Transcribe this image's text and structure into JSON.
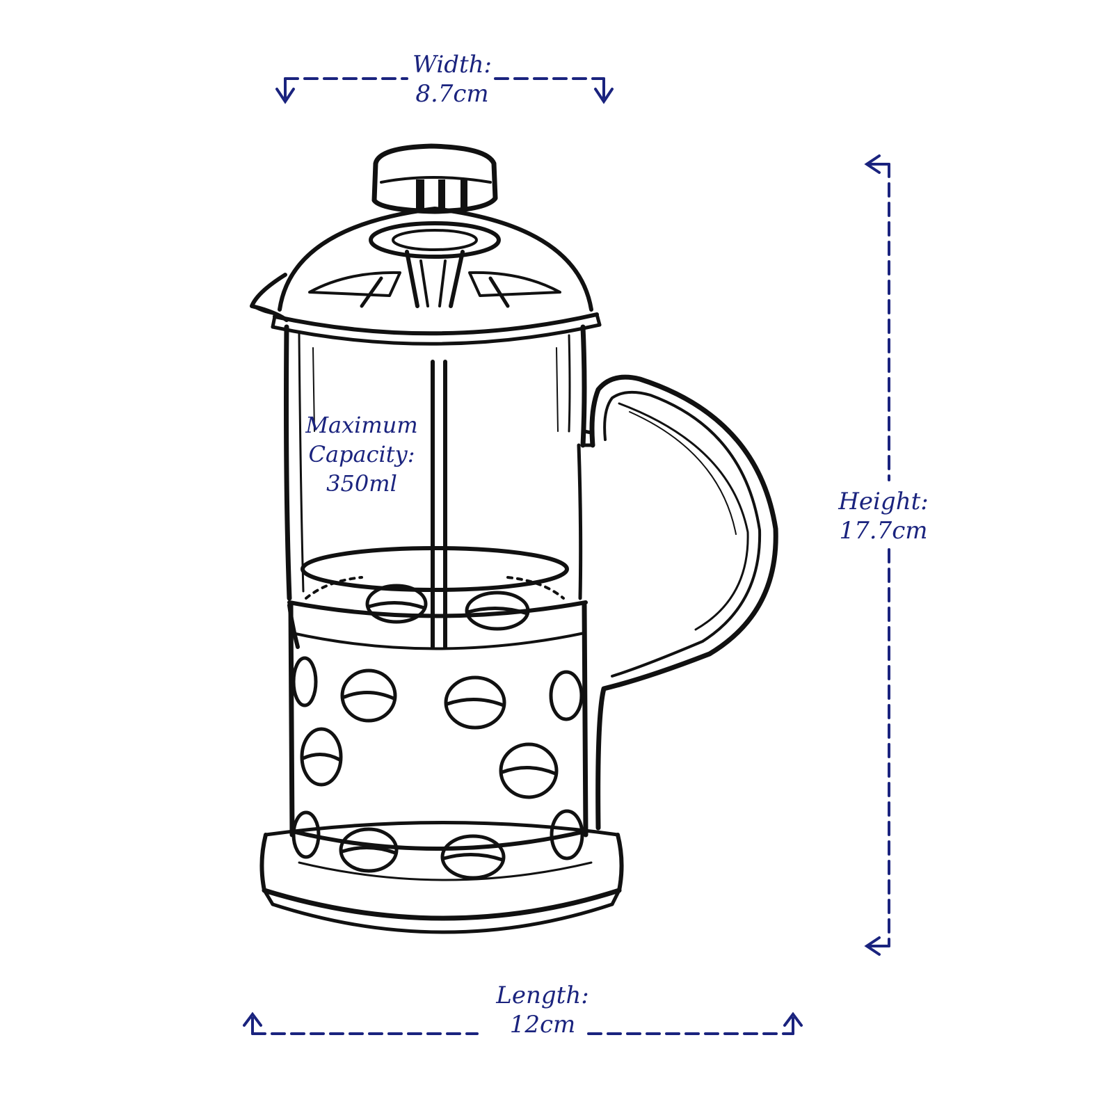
{
  "dimensions": {
    "width": {
      "label": "Width:",
      "value": "8.7cm"
    },
    "height": {
      "label": "Height:",
      "value": "17.7cm"
    },
    "length": {
      "label": "Length:",
      "value": "12cm"
    }
  },
  "capacity": {
    "line1": "Maximum",
    "line2": "Capacity:",
    "value": "350ml"
  },
  "colors": {
    "dimension": "#1a237e",
    "sketch": "#111111",
    "background": "#ffffff"
  },
  "icons": [
    "arrowhead-icon"
  ]
}
